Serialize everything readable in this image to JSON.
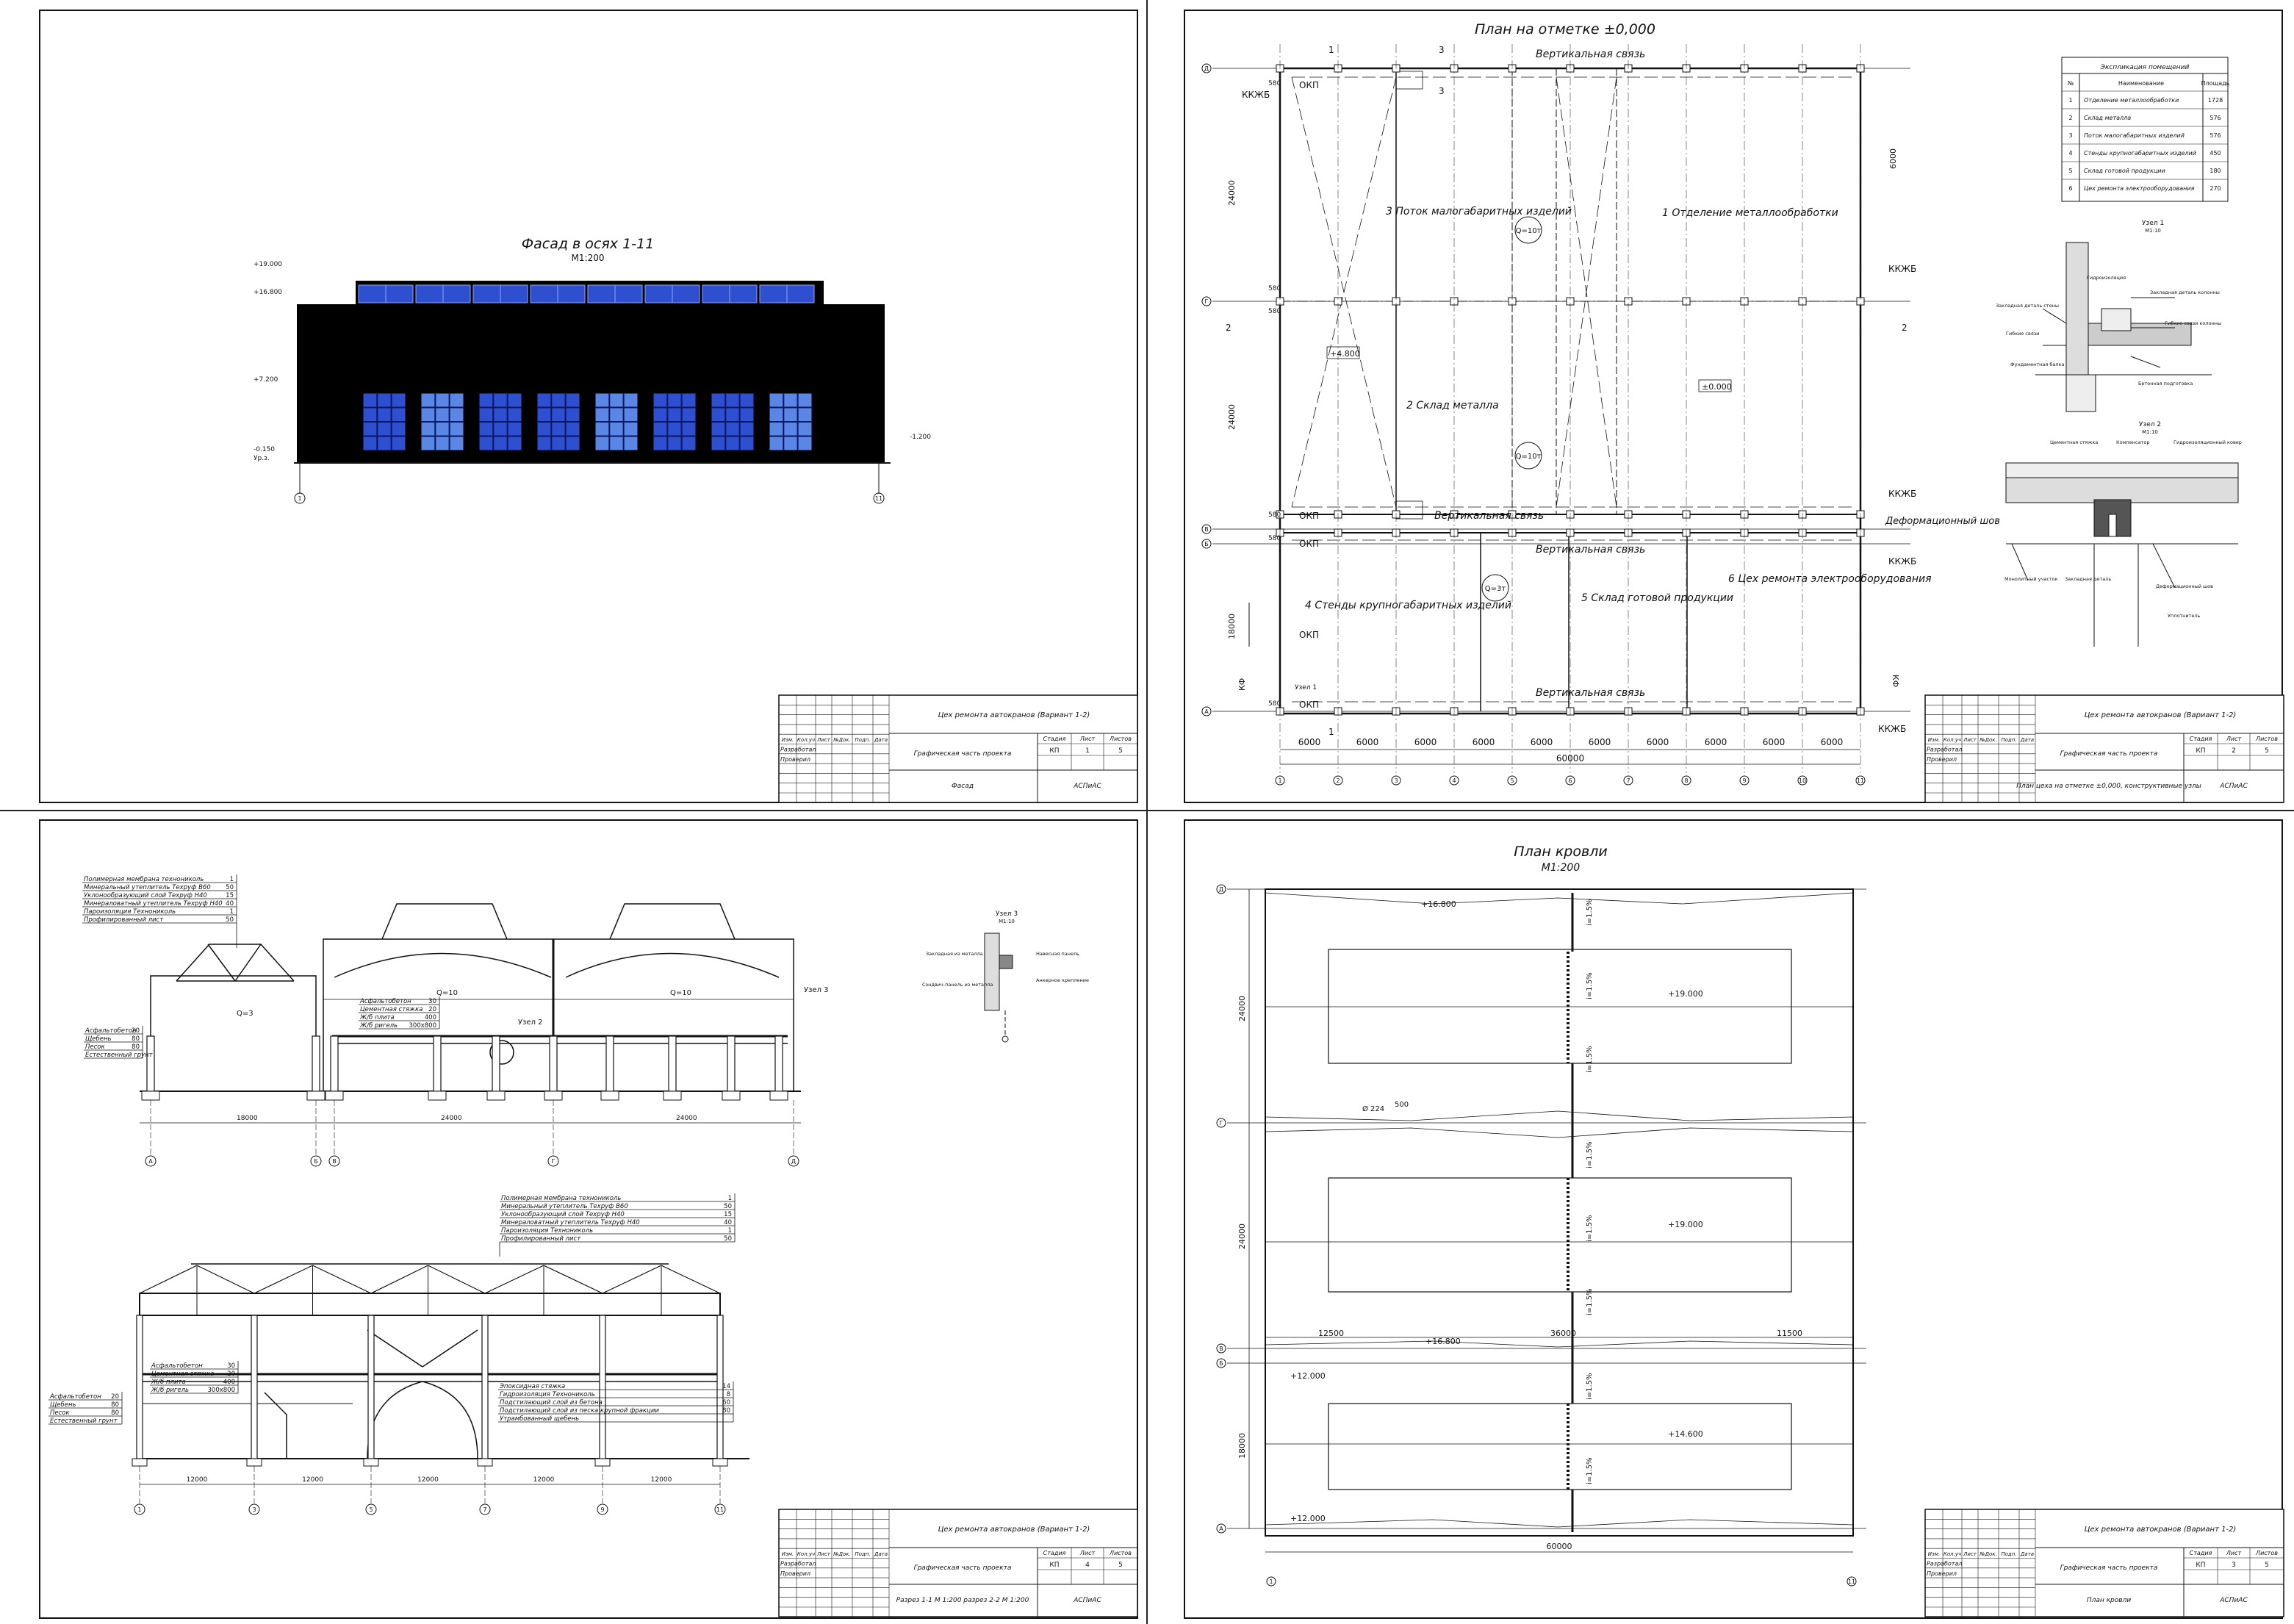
{
  "colors": {
    "ink": "#111111",
    "facade_fill": "#000000",
    "glazing": "#2d4fd0",
    "glazing_light": "#5a86e6",
    "paper": "#ffffff"
  },
  "sheet1": {
    "title": "Фасад в осях 1-11",
    "scale": "М1:200",
    "levels": [
      "+19.000",
      "+16.800",
      "+7.200",
      "-0.150",
      "-1.200"
    ],
    "ground_label": "Ур.з.",
    "axes": [
      "1",
      "11"
    ]
  },
  "sheet2": {
    "title": "План на отметке ±0,000",
    "bracing_label": "Вертикальная связь",
    "okp": "ОКП",
    "kkzhb": "ККЖБ",
    "dim_580": "580",
    "expansion_joint": "Деформационный шов",
    "kf": "КФ",
    "node1": "Узел 1",
    "level_4800": "+4.800",
    "level_0": "±0.000",
    "crane_10": "Q=10т",
    "crane_3": "Q=3т",
    "dims_vertical": [
      "24000",
      "24000",
      "18000",
      "6000"
    ],
    "span_dims": [
      "6000",
      "6000",
      "6000",
      "6000",
      "6000",
      "6000",
      "6000",
      "6000",
      "6000",
      "6000"
    ],
    "total_dim": "60000",
    "axes_bottom": [
      "1",
      "2",
      "3",
      "4",
      "5",
      "6",
      "7",
      "8",
      "9",
      "10",
      "11"
    ],
    "axes_left": [
      "Д",
      "Г",
      "В",
      "Б",
      "А"
    ],
    "section_marks": [
      "1",
      "1",
      "2",
      "2",
      "3",
      "3"
    ],
    "rooms": [
      {
        "num": "1",
        "name": "Отделение металлообработки"
      },
      {
        "num": "2",
        "name": "Склад металла"
      },
      {
        "num": "3",
        "name": "Поток малогабаритных изделий"
      },
      {
        "num": "4",
        "name": "Стенды крупногабаритных изделий"
      },
      {
        "num": "5",
        "name": "Склад готовой продукции"
      },
      {
        "num": "6",
        "name": "Цех ремонта электрооборудования"
      }
    ],
    "explication": {
      "title": "Экспликация помещений",
      "headers": [
        "№",
        "Наименование",
        "Площадь"
      ],
      "rows": [
        [
          "1",
          "Отделение металлообработки",
          "1728"
        ],
        [
          "2",
          "Склад металла",
          "576"
        ],
        [
          "3",
          "Поток малогабаритных изделий",
          "576"
        ],
        [
          "4",
          "Стенды крупногабаритных изделий",
          "450"
        ],
        [
          "5",
          "Склад готовой продукции",
          "180"
        ],
        [
          "6",
          "Цех ремонта электрооборудования",
          "270"
        ]
      ]
    },
    "uzel1": {
      "title": "Узел 1",
      "scale": "М1:10",
      "labels": [
        "Закладная деталь стены",
        "Гибкие связи",
        "Закладная деталь колонны",
        "Гибкие связи колонны",
        "Фундаментная балка",
        "Бетонная подготовка",
        "Гидроизоляция"
      ]
    },
    "uzel2": {
      "title": "Узел 2",
      "scale": "М1:10",
      "labels": [
        "Цементная стяжка",
        "Компенсатор",
        "Гидроизоляционный ковер",
        "Монолитный участок",
        "Закладная деталь",
        "Деформационный шов",
        "Уплотнитель"
      ]
    }
  },
  "sheet3": {
    "roof_layers": [
      {
        "name": "Полимерная мембрана технониколь",
        "t": "1"
      },
      {
        "name": "Минеральный утеплитель Техруф В60",
        "t": "50"
      },
      {
        "name": "Уклонообразующий слой Техруф Н40",
        "t": "15"
      },
      {
        "name": "Минераловатный утеплитель Техруф Н40",
        "t": "40"
      },
      {
        "name": "Пароизоляция Технониколь",
        "t": "1"
      },
      {
        "name": "Профилированный лист",
        "t": "50"
      }
    ],
    "floor_layers": [
      {
        "name": "Асфальтобетон",
        "t": "30"
      },
      {
        "name": "Цементная стяжка",
        "t": "20"
      },
      {
        "name": "Ж/б плита",
        "t": "400"
      },
      {
        "name": "Ж/б ригель",
        "t": "300х800"
      }
    ],
    "ground_layers": [
      {
        "name": "Асфальтобетон",
        "t": "20"
      },
      {
        "name": "Щебень",
        "t": "80"
      },
      {
        "name": "Песок",
        "t": "80"
      },
      {
        "name": "Естественный грунт",
        "t": ""
      }
    ],
    "floor2_layers": [
      {
        "name": "Эпоксидная стяжка",
        "t": "14"
      },
      {
        "name": "Гидроизоляция Технониколь",
        "t": "8"
      },
      {
        "name": "Подстилающий слой из бетона",
        "t": "60"
      },
      {
        "name": "Подстилающий слой из песка крупной фракции",
        "t": "80"
      },
      {
        "name": "Утрамбованный щебень",
        "t": ""
      }
    ],
    "crane_labels": [
      "Q=3",
      "Q=10",
      "Q=10"
    ],
    "node2": "Узел 2",
    "node3": "Узел 3",
    "node3_scale": "М1:10",
    "node3_labels": [
      "Закладная из металла",
      "Навесная панель",
      "Сэндвич-панель из металла",
      "Анкерное крепление"
    ],
    "dims1": [
      "18000",
      "24000",
      "24000"
    ],
    "axes1": [
      "А",
      "Б",
      "В",
      "Г",
      "Д"
    ],
    "dims2": [
      "12000",
      "12000",
      "12000",
      "12000",
      "12000"
    ],
    "axes2": [
      "1",
      "3",
      "5",
      "7",
      "9",
      "11"
    ]
  },
  "sheet4": {
    "title": "План кровли",
    "scale": "М1:200",
    "levels": [
      "+16.800",
      "+19.000",
      "+19.000",
      "+16.800",
      "+12.000",
      "+14.600",
      "+12.000"
    ],
    "slope": "i=1.5%",
    "funnel": "Ø 224",
    "dim_500": "500",
    "dims_h": [
      "12500",
      "36000",
      "11500"
    ],
    "total_dim": "60000",
    "dims_v": [
      "24000",
      "24000",
      "18000"
    ],
    "axes_left": [
      "Д",
      "Г",
      "В",
      "Б",
      "А"
    ],
    "axes_bottom": [
      "1",
      "11"
    ]
  },
  "stamp": {
    "project": "Цех ремонта автокранов (Вариант 1-2)",
    "part": "Графическая часть проекта",
    "col_heads": [
      "Изм.",
      "Кол.уч",
      "Лист",
      "№Док.",
      "Подп.",
      "Дата"
    ],
    "role1": "Разработал",
    "role2": "Проверил",
    "stage_h": "Стадия",
    "sheet_h": "Лист",
    "sheets_h": "Листов",
    "stage": "КП",
    "total": "5",
    "org": "АСПиАС",
    "sheets": [
      {
        "no": "1",
        "name": "Фасад"
      },
      {
        "no": "2",
        "name": "План цеха на отметке ±0,000, конструктивные узлы"
      },
      {
        "no": "4",
        "name": "Разрез 1-1 М 1:200 разрез 2-2 М 1:200"
      },
      {
        "no": "3",
        "name": "План кровли"
      }
    ]
  }
}
